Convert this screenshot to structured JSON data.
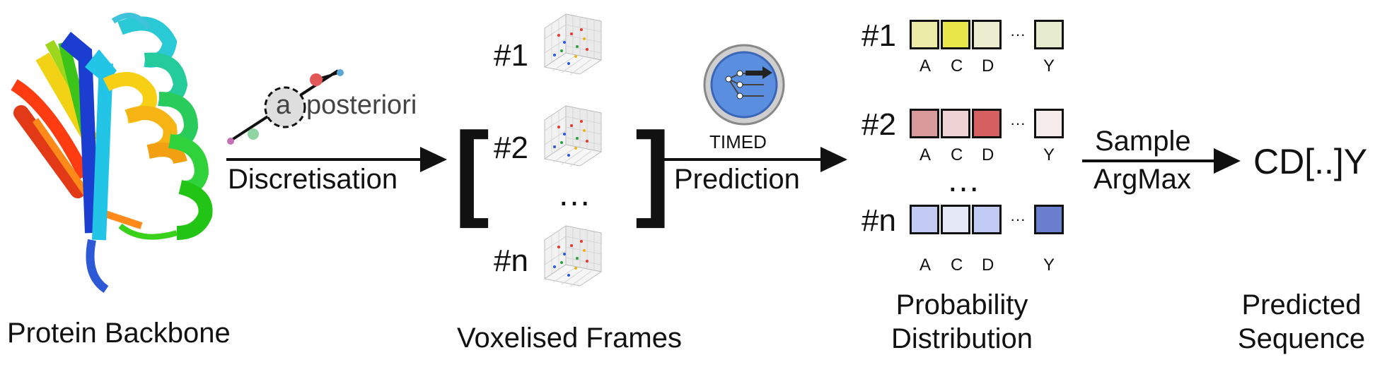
{
  "protein": {
    "caption": "Protein Backbone"
  },
  "step1": {
    "label": "Discretisation",
    "logo_letter": "a",
    "logo_word": "posteriori"
  },
  "frames": {
    "caption": "Voxelised Frames",
    "items": [
      {
        "label": "#1"
      },
      {
        "label": "#2"
      },
      {
        "label": "#n"
      }
    ],
    "ellipsis": "…"
  },
  "step2": {
    "label": "Prediction",
    "model_name": "TIMED"
  },
  "distribution": {
    "caption_line1": "Probability",
    "caption_line2": "Distribution",
    "rows": [
      {
        "label": "#1",
        "colors": [
          "#ececa8",
          "#e8e84a",
          "#ecedd0",
          "#e8eccf"
        ],
        "aa": [
          "A",
          "C",
          "D",
          "Y"
        ]
      },
      {
        "label": "#2",
        "colors": [
          "#d89a9a",
          "#edd3d3",
          "#d46060",
          "#f7ecec"
        ],
        "aa": [
          "A",
          "C",
          "D",
          "Y"
        ]
      },
      {
        "label": "#n",
        "colors": [
          "#c1cbf3",
          "#e4e8f6",
          "#c2cbf3",
          "#6a7fcd"
        ],
        "aa": [
          "A",
          "C",
          "D",
          "Y"
        ]
      }
    ],
    "row_ellipsis": "···",
    "middle_ellipsis": "…"
  },
  "step3": {
    "label_line1": "Sample",
    "label_line2": "ArgMax"
  },
  "result": {
    "sequence": "CD[..]Y",
    "caption_line1": "Predicted",
    "caption_line2": "Sequence"
  }
}
